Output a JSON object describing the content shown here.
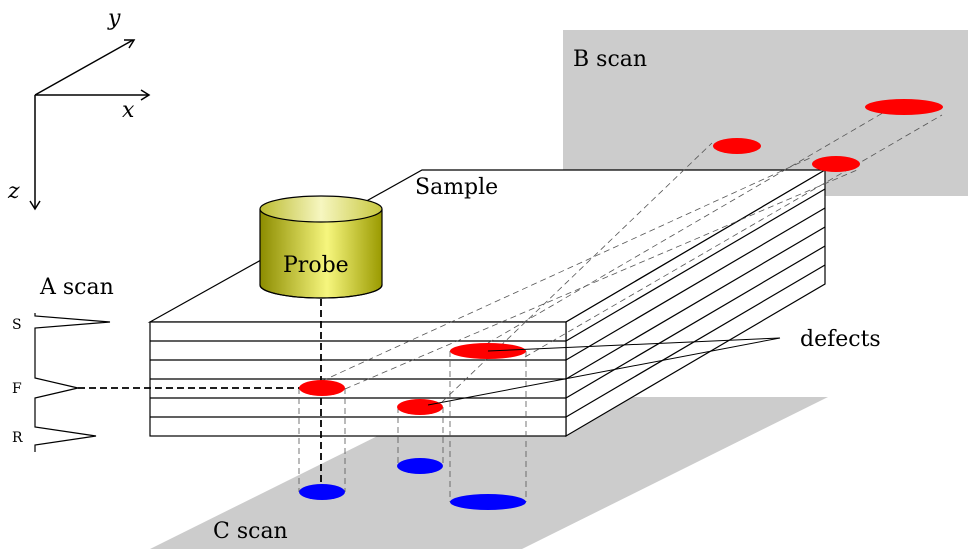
{
  "axes": {
    "x": "x",
    "y": "y",
    "z": "z"
  },
  "labels": {
    "b_scan": "B scan",
    "sample": "Sample",
    "probe": "Probe",
    "a_scan": "A scan",
    "defects": "defects",
    "c_scan": "C scan"
  },
  "a_scan_markers": {
    "s": "S",
    "f": "F",
    "r": "R"
  },
  "colors": {
    "defect": "#ff0000",
    "projection": "#0000ff",
    "plane": "#cccccc",
    "probe_light": "#f4f48c",
    "probe_dark": "#9a9a00"
  }
}
